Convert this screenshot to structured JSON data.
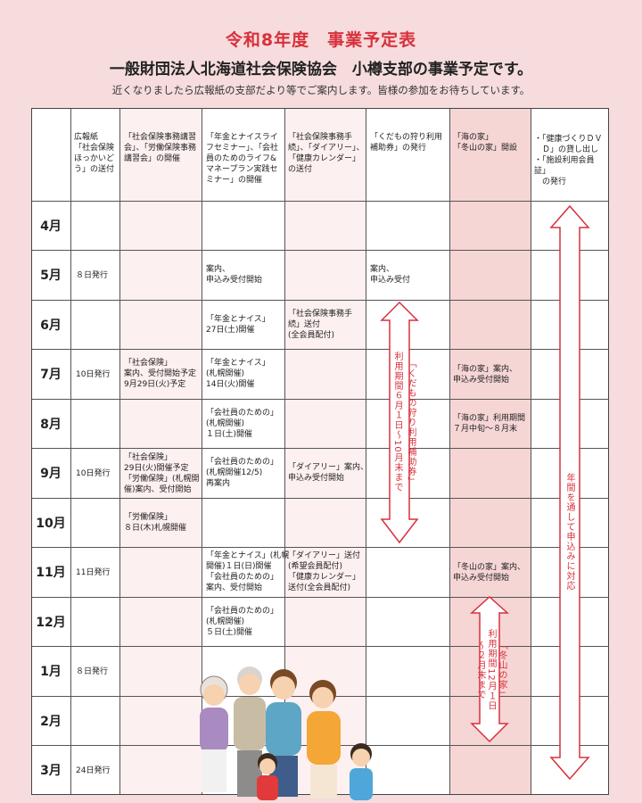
{
  "title": "令和8年度　事業予定表",
  "subtitle": "一般財団法人北海道社会保険協会　小樽支部の事業予定です。",
  "lead": "近くなりましたら広報紙の支部だより等でご案内します。皆様の参加をお待ちしています。",
  "headers": [
    "広報紙\n「社会保険\nほっかいど\nう」の送付",
    "「社会保険事務講習\n会」、「労働保険事務\n講習会」の開催",
    "「年金とナイスライ\nフセミナー」、「会社\n員のためのライフ&\nマネープラン実践セ\nミナー」の開催",
    "「社会保険事務手\n続」、「ダイアリー」、\n「健康カレンダー」\nの送付",
    "「くだもの狩り利用\n補助券」の発行",
    "「海の家」\n「冬山の家」開設",
    "・「健康づくりＤＶ\n　Ｄ」の貸し出し\n・「施設利用会員証」\n　の発行"
  ],
  "months": [
    "4月",
    "5月",
    "6月",
    "7月",
    "8月",
    "9月",
    "10月",
    "11月",
    "12月",
    "1月",
    "2月",
    "3月"
  ],
  "cells": {
    "c1_may": "８日発行",
    "c1_jul": "10日発行",
    "c1_sep": "10日発行",
    "c1_nov": "11日発行",
    "c1_jan": "８日発行",
    "c1_mar": "24日発行",
    "c2_jul": "「社会保険」\n案内、受付開始予定\n9月29日(火)予定",
    "c2_sep": "「社会保険」\n29日(火)開催予定\n「労働保険」(札幌開\n催)案内、受付開始",
    "c2_oct": "「労働保険」\n８日(木)札幌開催",
    "c3_may": "案内、\n申込み受付開始",
    "c3_jun": "「年金とナイス」\n27日(土)開催",
    "c3_jul": "「年金とナイス」\n(札幌開催)\n14日(火)開催",
    "c3_aug": "「会社員のための」\n(札幌開催)\n１日(土)開催",
    "c3_sep": "「会社員のための」\n(札幌開催12/5)\n再案内",
    "c3_nov": "「年金とナイス」(札幌\n開催)１日(日)開催\n「会社員のための」\n案内、受付開始",
    "c3_dec": "「会社員のための」\n(札幌開催)\n５日(土)開催",
    "c4_jun": "「社会保険事務手\n続」送付\n(全会員配付)",
    "c4_sep": "「ダイアリー」案内、\n申込み受付開始",
    "c4_nov": "「ダイアリー」送付\n(希望会員配付)\n「健康カレンダー」\n送付(全会員配付)",
    "c5_may": "案内、\n申込み受付",
    "c6_jul": "「海の家」案内、\n申込み受付開始",
    "c6_aug": "「海の家」利用期間\n７月中旬～８月末",
    "c6_nov": "「冬山の家」案内、\n申込み受付開始"
  },
  "vertical": {
    "fruit_1": "「くだもの狩り利用補助券」",
    "fruit_2": "利用期間６月１日～10月末まで",
    "winter_1": "「冬山の家」",
    "winter_2": "利用期間12月１日",
    "winter_3": "～２月末まで",
    "year_round": "年間を通して申込みに対応"
  },
  "colors": {
    "accent": "#d8303c",
    "background": "#f6dcdc",
    "band_light": "#fce9e9",
    "band_mid": "#f6d5d5"
  }
}
